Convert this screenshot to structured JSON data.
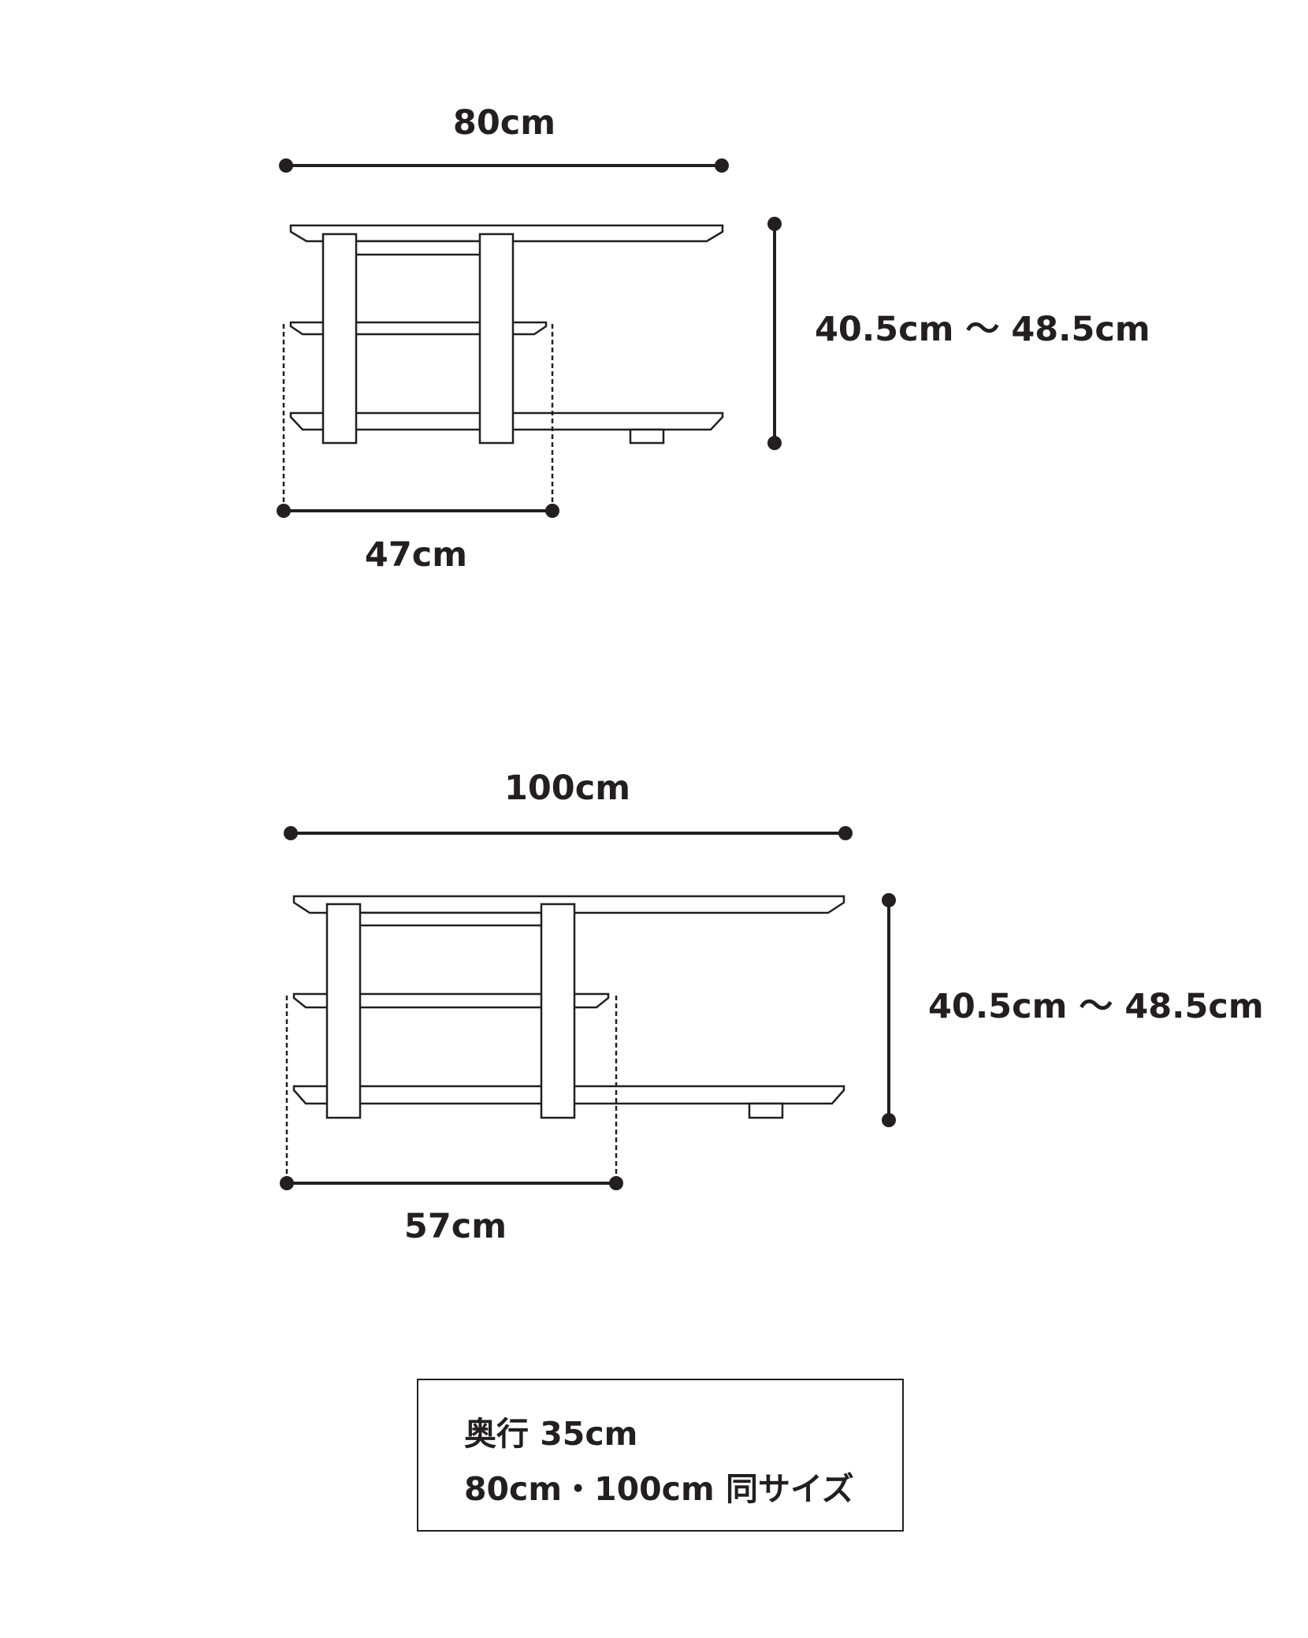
{
  "diagram_80": {
    "width_label": "80cm",
    "height_label": "40.5cm ～ 48.5cm",
    "sub_width_label": "47cm"
  },
  "diagram_100": {
    "width_label": "100cm",
    "height_label": "40.5cm ～ 48.5cm",
    "sub_width_label": "57cm"
  },
  "note": {
    "line1": "奥行 35cm",
    "line2": "80cm・100cm 同サイズ"
  },
  "colors": {
    "ink": "#231f20",
    "background": "#ffffff"
  }
}
